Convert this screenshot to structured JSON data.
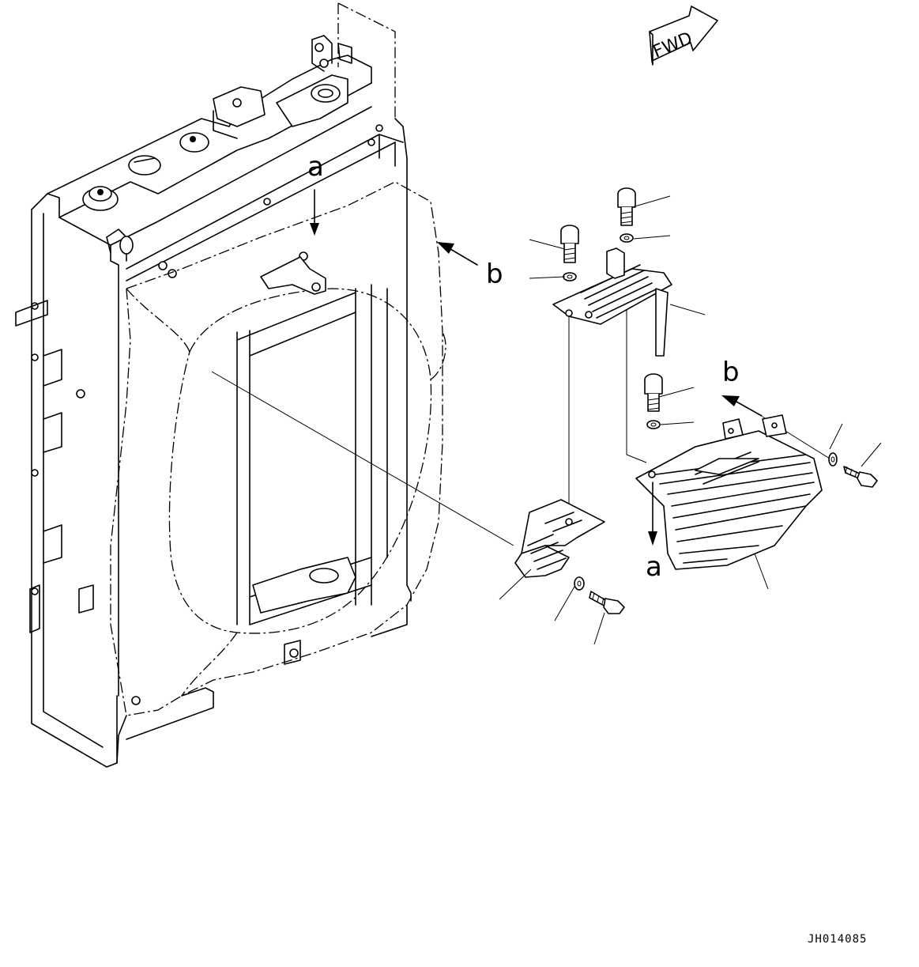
{
  "drawing": {
    "fwd_label": "FWD",
    "drawing_code": "JH014085",
    "ref_a_upper": "a",
    "ref_b_upper": "b",
    "ref_b_lower": "b",
    "ref_a_lower": "a"
  }
}
